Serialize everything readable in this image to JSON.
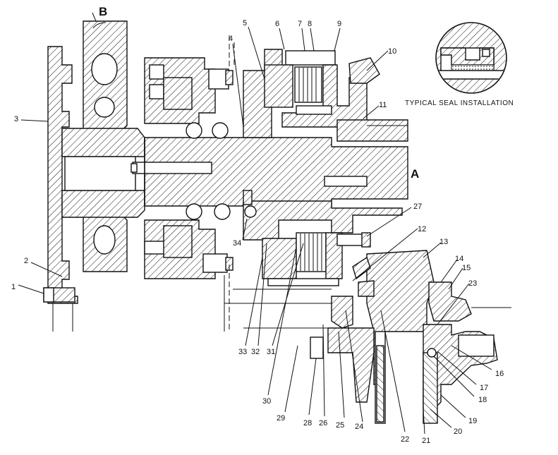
{
  "diagram": {
    "section_labels": {
      "a": "A",
      "b": "B"
    },
    "inset_caption": "TYPICAL SEAL INSTALLATION",
    "callouts": [
      "1",
      "2",
      "3",
      "4",
      "5",
      "6",
      "7",
      "8",
      "9",
      "10",
      "11",
      "12",
      "13",
      "14",
      "15",
      "16",
      "17",
      "18",
      "19",
      "20",
      "21",
      "22",
      "23",
      "24",
      "25",
      "26",
      "27",
      "28",
      "29",
      "30",
      "31",
      "32",
      "33",
      "34"
    ]
  }
}
